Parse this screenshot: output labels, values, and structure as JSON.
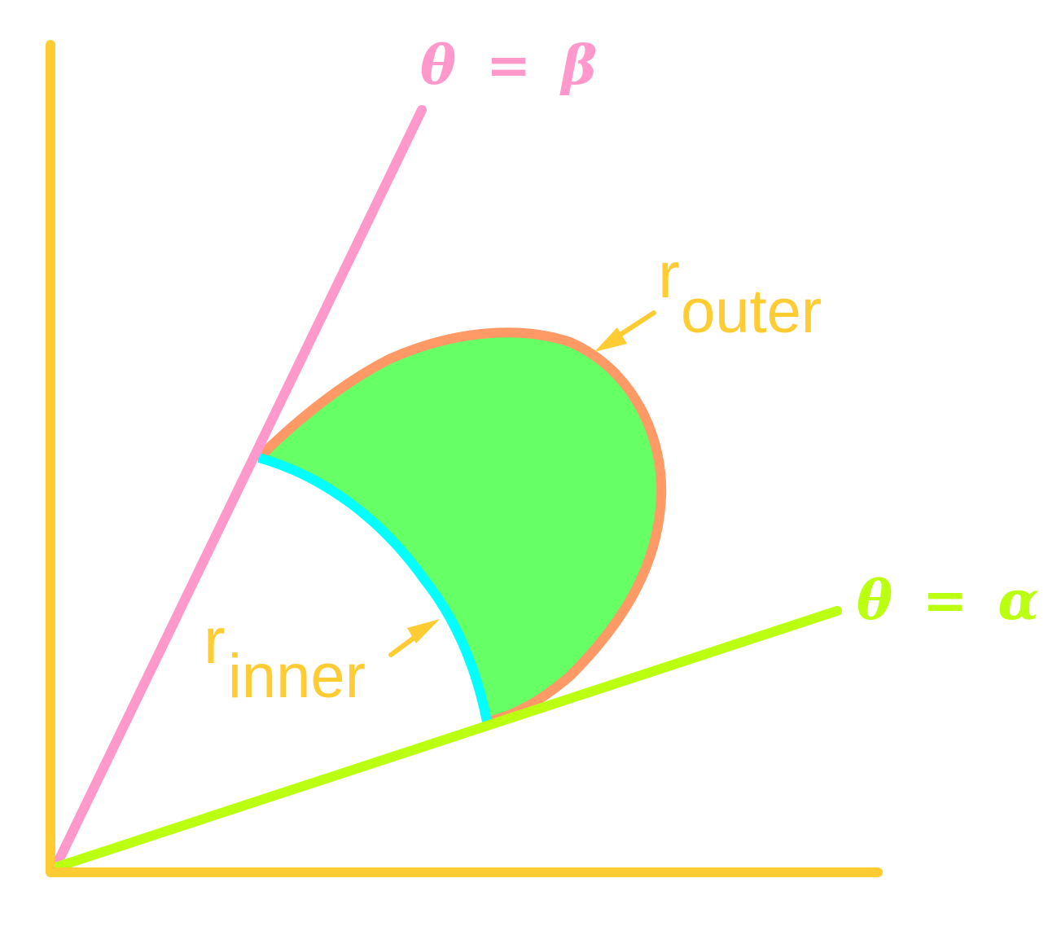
{
  "colors": {
    "background": "#ffffff",
    "axes": "#ffcc33",
    "ray_beta": "#ff99cc",
    "ray_alpha": "#bbff11",
    "region_fill": "#66ff66",
    "outer_curve": "#ff9966",
    "inner_curve": "#00ffff",
    "label_text": "#ffcc33"
  },
  "labels": {
    "theta_beta": {
      "theta": "θ",
      "eq": "=",
      "symbol": "β"
    },
    "theta_alpha": {
      "theta": "θ",
      "eq": "=",
      "symbol": "α"
    },
    "r_outer": {
      "base": "r",
      "sub": "outer"
    },
    "r_inner": {
      "base": "r",
      "sub": "inner"
    }
  }
}
